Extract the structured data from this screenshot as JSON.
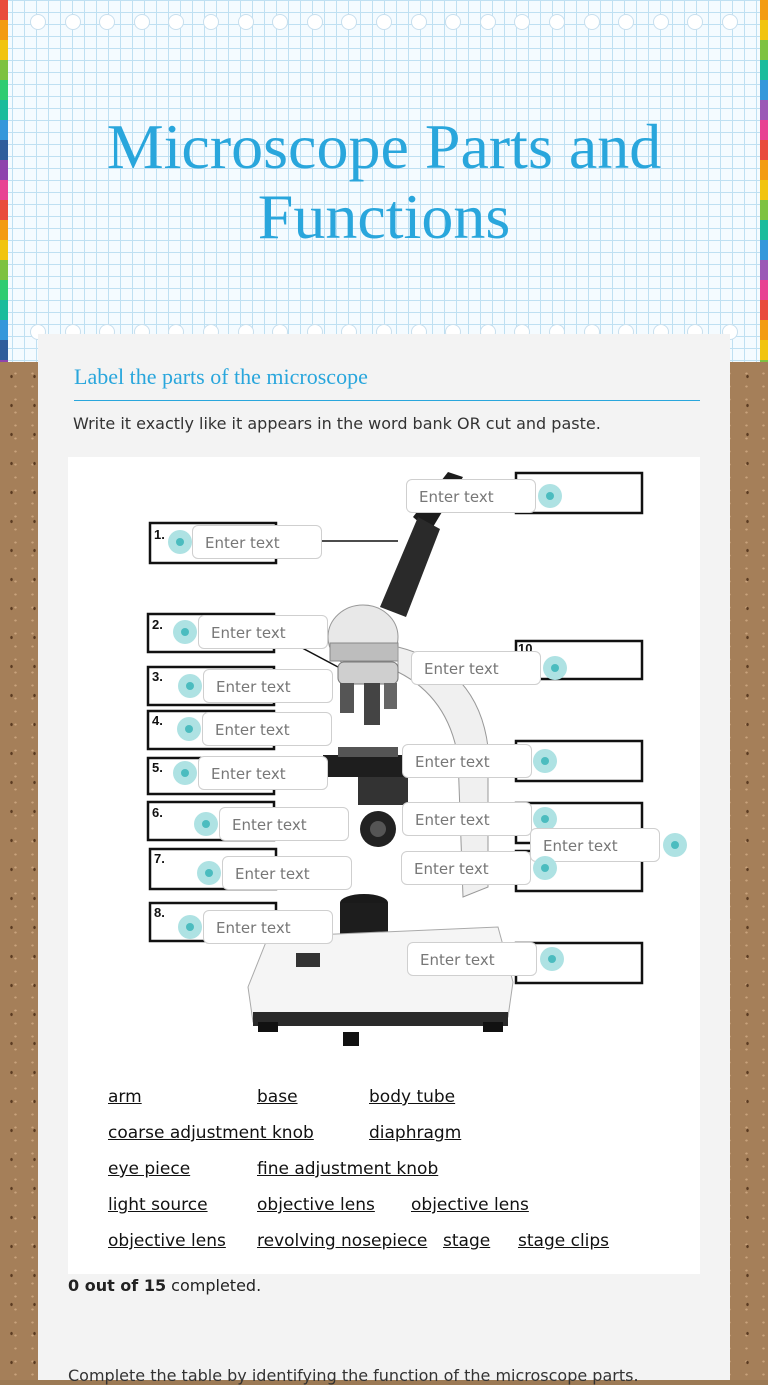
{
  "page_title": "Microscope Parts and Functions",
  "section": {
    "title": "Label the  parts of the microscope",
    "instructions": "Write it exactly like it appears in the word bank OR cut and paste."
  },
  "diagram_numbers": [
    "1.",
    "2.",
    "3.",
    "4.",
    "5.",
    "6.",
    "7.",
    "8.",
    "10"
  ],
  "fields_placeholder": "Enter text",
  "word_bank": [
    "arm",
    "base",
    "body tube",
    "coarse adjustment knob",
    "diaphragm",
    "eye piece",
    "fine adjustment knob",
    "light source",
    "objective lens",
    "objective lens",
    "objective lens",
    "revolving nosepiece",
    "stage",
    "stage clips"
  ],
  "progress": {
    "completed": 0,
    "total": 15,
    "count_text": "0 out of 15",
    "suffix": " completed."
  },
  "next_instructions": "Complete the table by identifying the function of the microscope parts.",
  "colors": {
    "accent": "#29a6dc",
    "dot": "#4bbcbf"
  }
}
